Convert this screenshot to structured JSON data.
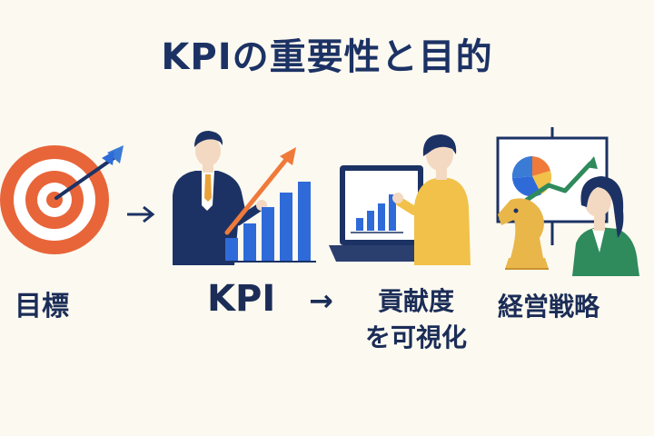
{
  "title": "KPIの重要性と目的",
  "steps": {
    "goal": "目標",
    "kpi": "KPI",
    "contribution_line1": "貢献度",
    "contribution_line2": "を可視化",
    "strategy": "経営戦略"
  },
  "connectors": {
    "arrow": "→"
  },
  "colors": {
    "navy": "#1c3264",
    "target_red": "#e8653a",
    "bar_blue": "#2f6ad9",
    "trend_orange": "#ef7a3a",
    "shirt_yellow": "#f1c14a",
    "chess_gold": "#e9b649",
    "suit_green": "#2f8a5c",
    "background": "#fcf9f0"
  },
  "icons": [
    "target-icon",
    "dart-icon",
    "businessman-icon",
    "bar-chart-icon",
    "trend-arrow-icon",
    "laptop-icon",
    "person-icon",
    "chess-knight-icon",
    "presentation-board-icon",
    "woman-icon"
  ]
}
